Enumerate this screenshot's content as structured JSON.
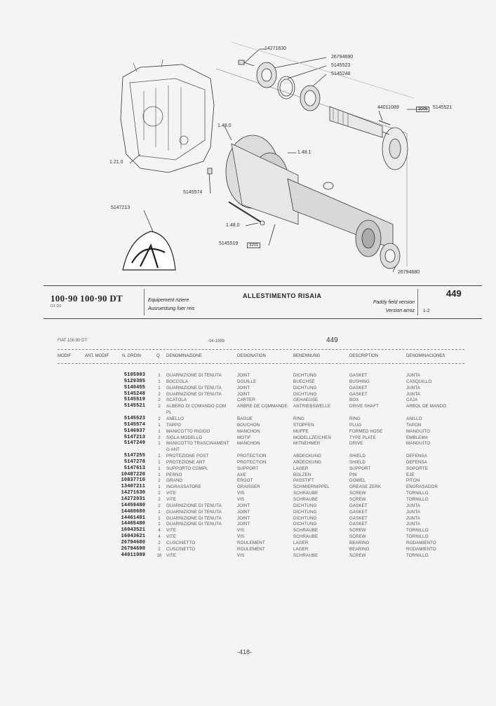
{
  "callouts": {
    "c1": "14271630",
    "c2": "26794690",
    "c3": "5145523",
    "c4": "5145248",
    "c5": "44011089",
    "c6": "3046",
    "c7": "5145521",
    "c8": "1.48.0",
    "c9": "1.48.1",
    "c10": "1.21.0",
    "c11": "5145574",
    "c12": "5147213",
    "c13": "1.48.0",
    "c14": "5145519",
    "c15": "3201",
    "c16": "26794680"
  },
  "title_block": {
    "model": "100·90  100·90 DT",
    "model_sub": "D1  D2",
    "lang_fr": "Equipement riziere",
    "lang_de": "Ausruestung fuer reis",
    "main_title": "ALLESTIMENTO RISAIA",
    "lang_en": "Paddy field version",
    "lang_es": "Version arroz",
    "group_no": "449",
    "sheet": "1-2"
  },
  "list_header": {
    "left": "FIAT  100.90 DT",
    "date": "-04-1989",
    "group_no": "449"
  },
  "columns": {
    "modif": "MODIF",
    "ant_modif": "ANT. MODIF",
    "n_ordin": "N. ORDIN",
    "qty": "Q",
    "denominazione": "DENOMINAZIONE",
    "designation": "DESIGNATION",
    "benennung": "BENENNUNG",
    "description": "DESCRIPTION",
    "denominaciones": "DENOMINACIONES"
  },
  "parts": [
    {
      "num": "5105903",
      "qty": "1",
      "it": "GUARNIZIONE DI TENUTA",
      "fr": "JOINT",
      "de": "DICHTUNG",
      "en": "GASKET",
      "es": "JUNTA"
    },
    {
      "num": "5129385",
      "qty": "1",
      "it": "BOCCOLA",
      "fr": "DOUILLE",
      "de": "BUECHSE",
      "en": "BUSHING",
      "es": "CASQUILLO"
    },
    {
      "num": "5140455",
      "qty": "1",
      "it": "GUARNIZIONE DI TENUTA",
      "fr": "JOINT",
      "de": "DICHTUNG",
      "en": "GASKET",
      "es": "JUNTA"
    },
    {
      "num": "5145248",
      "qty": "2",
      "it": "GUARNIZIONE DI TENUTA",
      "fr": "JOINT",
      "de": "DICHTUNG",
      "en": "GASKET",
      "es": "JUNTA"
    },
    {
      "num": "5145519",
      "qty": "2",
      "it": "SCATOLA",
      "fr": "CARTER",
      "de": "GEHAEUSE",
      "en": "BOX",
      "es": "CAJA"
    },
    {
      "num": "5145521",
      "qty": "2",
      "it": "ALBERO DI COMANDO COM",
      "fr": "ARBRE DE COMMANDE",
      "de": "ANTRIEBSWELLE",
      "en": "DRIVE SHAFT",
      "es": "ARBOL DE MANDO"
    },
    {
      "num": "",
      "qty": "",
      "it": "PL",
      "fr": "",
      "de": "",
      "en": "",
      "es": ""
    },
    {
      "num": "5145523",
      "qty": "2",
      "it": "ANELLO",
      "fr": "BAGUE",
      "de": "RING",
      "en": "RING",
      "es": "ANILLO"
    },
    {
      "num": "5145574",
      "qty": "1",
      "it": "TAPPO",
      "fr": "BOUCHON",
      "de": "STOPFEN",
      "en": "PLUG",
      "es": "TAPON"
    },
    {
      "num": "5146937",
      "qty": "1",
      "it": "MANICOTTO RIGIDO",
      "fr": "MANCHON",
      "de": "MUFFE",
      "en": "FORMED HOSE",
      "es": "MANGUITO"
    },
    {
      "num": "5147213",
      "qty": "2",
      "it": "SIGLA MODELLO",
      "fr": "MOTIF",
      "de": "MODELLZEICHEN",
      "en": "TYPE PLATE",
      "es": "EMBLEMA"
    },
    {
      "num": "5147249",
      "qty": "1",
      "it": "MANICOTTO TRASCINAMENT",
      "fr": "MANCHON",
      "de": "MITNEHMER",
      "en": "DRIVE",
      "es": "MANGUITO"
    },
    {
      "num": "",
      "qty": "",
      "it": "O ANT",
      "fr": "",
      "de": "",
      "en": "",
      "es": ""
    },
    {
      "num": "5147255",
      "qty": "1",
      "it": "PROTEZIONE POST",
      "fr": "PROTECTION",
      "de": "ABDECKUNG",
      "en": "SHIELD",
      "es": "DEFENSA"
    },
    {
      "num": "5147278",
      "qty": "1",
      "it": "PROTEZIONE ANT",
      "fr": "PROTECTION",
      "de": "ABDECKUNG",
      "en": "SHIELD",
      "es": "DEFENSA"
    },
    {
      "num": "5147613",
      "qty": "1",
      "it": "SUPPORTO COMPL",
      "fr": "SUPPORT",
      "de": "LAGER",
      "en": "SUPPORT",
      "es": "SOPORTE"
    },
    {
      "num": "10487220",
      "qty": "1",
      "it": "PERNO",
      "fr": "AXE",
      "de": "BOLZEN",
      "en": "PIN",
      "es": "EJE"
    },
    {
      "num": "10837710",
      "qty": "2",
      "it": "GRANO",
      "fr": "ERGOT",
      "de": "PASSTIFT",
      "en": "DOWEL",
      "es": "PITON"
    },
    {
      "num": "13407211",
      "qty": "1",
      "it": "INGRASSATORE",
      "fr": "GRAISSER",
      "de": "SCHMIERNIPPEL",
      "en": "GREASE ZERK",
      "es": "ENGRASADOR"
    },
    {
      "num": "14271630",
      "qty": "2",
      "it": "VITE",
      "fr": "VIS",
      "de": "SCHRAUBE",
      "en": "SCREW",
      "es": "TORNILLO"
    },
    {
      "num": "14272031",
      "qty": "2",
      "it": "VITE",
      "fr": "VIS",
      "de": "SCHRAUBE",
      "en": "SCREW",
      "es": "TORNILLO"
    },
    {
      "num": "14459480",
      "qty": "2",
      "it": "GUARNIZIONE DI TENUTA",
      "fr": "JOINT",
      "de": "DICHTUNG",
      "en": "GASKET",
      "es": "JUNTA"
    },
    {
      "num": "14460680",
      "qty": "1",
      "it": "GUARNIZIONE DI TENUTA",
      "fr": "JOINT",
      "de": "DICHTUNG",
      "en": "GASKET",
      "es": "JUNTA"
    },
    {
      "num": "14461481",
      "qty": "1",
      "it": "GUARNIZIONE DI TENUTA",
      "fr": "JOINT",
      "de": "DICHTUNG",
      "en": "GASKET",
      "es": "JUNTA"
    },
    {
      "num": "14465480",
      "qty": "1",
      "it": "GUARNIZIONE DI TENUTA",
      "fr": "JOINT",
      "de": "DICHTUNG",
      "en": "GASKET",
      "es": "JUNTA"
    },
    {
      "num": "16043521",
      "qty": "4",
      "it": "VITE",
      "fr": "VIS",
      "de": "SCHRAUBE",
      "en": "SCREW",
      "es": "TORNILLO"
    },
    {
      "num": "16043621",
      "qty": "4",
      "it": "VITE",
      "fr": "VIS",
      "de": "SCHRAUBE",
      "en": "SCREW",
      "es": "TORNILLO"
    },
    {
      "num": "26794680",
      "qty": "2",
      "it": "CUSCINETTO",
      "fr": "ROULEMENT",
      "de": "LAGER",
      "en": "BEARING",
      "es": "RODAMIENTO"
    },
    {
      "num": "26794690",
      "qty": "2",
      "it": "CUSCINETTO",
      "fr": "ROULEMENT",
      "de": "LAGER",
      "en": "BEARING",
      "es": "RODAMIENTO"
    },
    {
      "num": "44011089",
      "qty": "16",
      "it": "VITE",
      "fr": "VIS",
      "de": "SCHRAUBE",
      "en": "SCREW",
      "es": "TORNILLO"
    }
  ],
  "footer": {
    "page": "-418-"
  }
}
